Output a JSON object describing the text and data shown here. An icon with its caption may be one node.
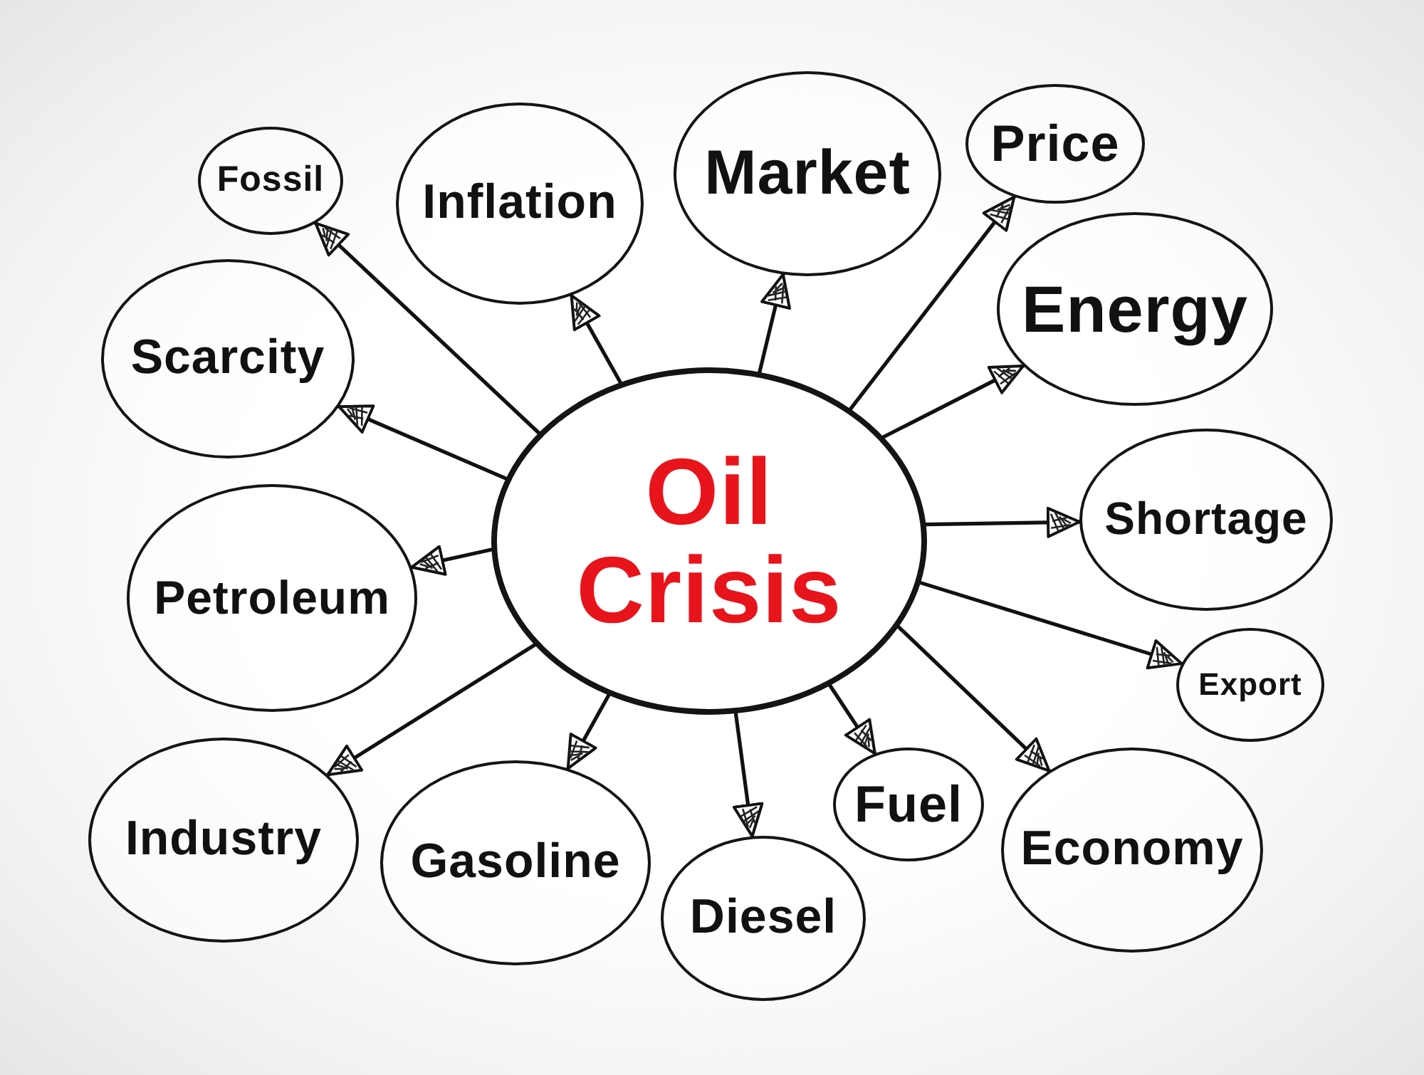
{
  "diagram": {
    "nodes": [
      {
        "text": [
          "Oil Crisis"
        ]
      },
      {
        "text": [
          "Fossil"
        ]
      },
      {
        "text": [
          "Inflation"
        ]
      },
      {
        "text": [
          "Market"
        ]
      },
      {
        "text": [
          "Price"
        ]
      },
      {
        "text": [
          "Energy"
        ]
      },
      {
        "text": [
          "Scarcity"
        ]
      },
      {
        "text": [
          "Shortage"
        ]
      },
      {
        "text": [
          "Petroleum"
        ]
      },
      {
        "text": [
          "Export"
        ]
      },
      {
        "text": [
          "Fuel"
        ]
      },
      {
        "text": [
          "Industry"
        ]
      },
      {
        "text": [
          "Gasoline"
        ]
      },
      {
        "text": [
          "Economy"
        ]
      },
      {
        "text": [
          "Diesel"
        ]
      }
    ],
    "edges": [
      {
        "from": 0,
        "to": 1,
        "arrow": "to"
      },
      {
        "from": 0,
        "to": 2,
        "arrow": "to"
      },
      {
        "from": 0,
        "to": 3,
        "arrow": "to"
      },
      {
        "from": 0,
        "to": 4,
        "arrow": "to"
      },
      {
        "from": 0,
        "to": 5,
        "arrow": "to"
      },
      {
        "from": 0,
        "to": 6,
        "arrow": "to"
      },
      {
        "from": 0,
        "to": 7,
        "arrow": "to"
      },
      {
        "from": 0,
        "to": 8,
        "arrow": "to"
      },
      {
        "from": 0,
        "to": 9,
        "arrow": "to"
      },
      {
        "from": 0,
        "to": 10,
        "arrow": "to"
      },
      {
        "from": 0,
        "to": 11,
        "arrow": "to"
      },
      {
        "from": 0,
        "to": 12,
        "arrow": "to"
      },
      {
        "from": 0,
        "to": 13,
        "arrow": "to"
      },
      {
        "from": 0,
        "to": 14,
        "arrow": "to"
      }
    ]
  }
}
